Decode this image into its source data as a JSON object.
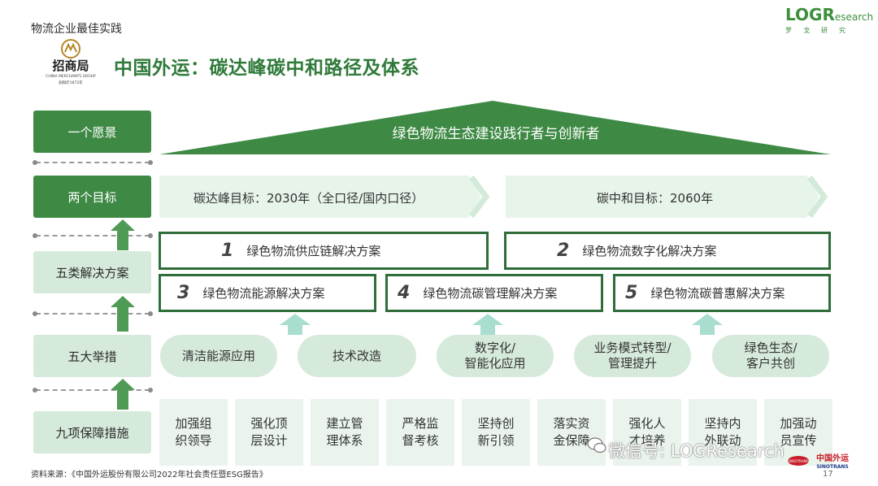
{
  "header": {
    "top_label": "物流企业最佳实践",
    "title": "中国外运：碳达峰碳中和路径及体系",
    "company_logo": {
      "main": "招商局",
      "sub1": "CHINA MERCHANTS GROUP",
      "sub2": "創辦於1872年"
    },
    "brand_logo": {
      "main": "LOGR",
      "small": "esearch",
      "sub": "罗戈研究"
    }
  },
  "rows": {
    "vision": {
      "label": "一个愿景",
      "text": "绿色物流生态建设践行者与创新者"
    },
    "goals": {
      "label": "两个目标",
      "goal1": "碳达峰目标：2030年（全口径/国内口径）",
      "goal2": "碳中和目标：2060年"
    },
    "solutions": {
      "label": "五类解决方案",
      "items": [
        {
          "num": "1",
          "text": "绿色物流供应链解决方案"
        },
        {
          "num": "2",
          "text": "绿色物流数字化解决方案"
        },
        {
          "num": "3",
          "text": "绿色物流能源解决方案"
        },
        {
          "num": "4",
          "text": "绿色物流碳管理解决方案"
        },
        {
          "num": "5",
          "text": "绿色物流碳普惠解决方案"
        }
      ]
    },
    "measures": {
      "label": "五大举措",
      "items": [
        "清洁能源应用",
        "技术改造",
        "数字化/\n智能化应用",
        "业务模式转型/\n管理提升",
        "绿色生态/\n客户共创"
      ]
    },
    "guarantees": {
      "label": "九项保障措施",
      "items": [
        "加强组\n织领导",
        "强化顶\n层设计",
        "建立管\n理体系",
        "严格监\n督考核",
        "坚持创\n新引领",
        "落实资\n金保障",
        "强化人\n才培养",
        "坚持内\n外联动",
        "加强动\n员宣传"
      ]
    }
  },
  "footer": {
    "source": "资料来源：《中国外运股份有限公司2022年社会责任暨ESG报告》",
    "watermark": "微信号: LOGResearch",
    "page": "17",
    "sinotrans_cn": "中国外运",
    "sinotrans_en": "SINOTRANS"
  },
  "colors": {
    "dark_green": "#3e8a45",
    "light_green": "#d6eadb",
    "border_green": "#2f6e3a",
    "arrow_green": "#4f9a55",
    "arrow_teal": "#a8ddd0"
  }
}
